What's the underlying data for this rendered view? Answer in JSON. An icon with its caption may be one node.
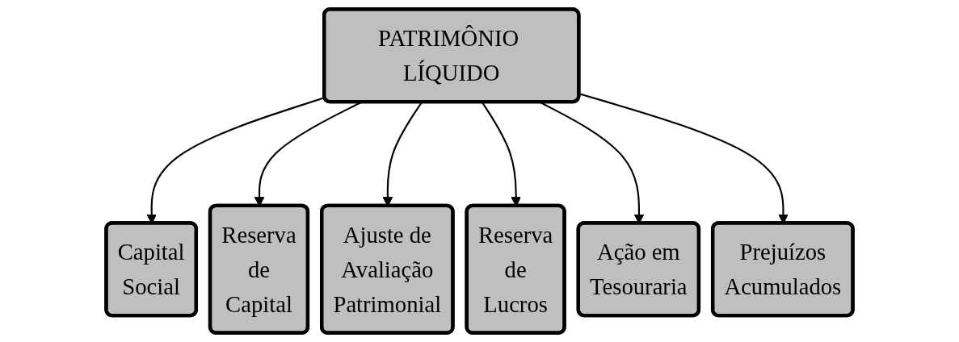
{
  "diagram": {
    "nodes": [
      {
        "text": [
          "PATRIMÔNIO LÍQUIDO"
        ]
      },
      {
        "text": [
          "Capital Social"
        ]
      },
      {
        "text": [
          "Reserva de Capital"
        ]
      },
      {
        "text": [
          "Ajuste de Avaliação Patrimonial"
        ]
      },
      {
        "text": [
          "Reserva de Lucros"
        ]
      },
      {
        "text": [
          "Ação em Tesouraria"
        ]
      },
      {
        "text": [
          "Prejuízos Acumulados"
        ]
      }
    ],
    "edges": [
      {
        "from": 0,
        "to": 1,
        "arrow": "to"
      },
      {
        "from": 0,
        "to": 2,
        "arrow": "to"
      },
      {
        "from": 0,
        "to": 3,
        "arrow": "to"
      },
      {
        "from": 0,
        "to": 4,
        "arrow": "to"
      },
      {
        "from": 0,
        "to": 5,
        "arrow": "to"
      },
      {
        "from": 0,
        "to": 6,
        "arrow": "to"
      }
    ]
  }
}
